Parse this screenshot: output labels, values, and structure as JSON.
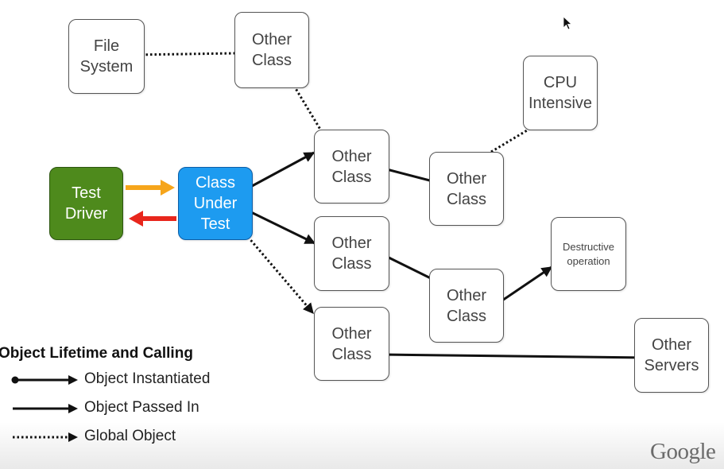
{
  "nodes": {
    "file_system": "File\nSystem",
    "other_top": "Other\nClass",
    "cpu_intensive": "CPU\nIntensive",
    "test_driver": "Test\nDriver",
    "class_under_test": "Class\nUnder\nTest",
    "other_a": "Other\nClass",
    "other_b": "Other\nClass",
    "other_c": "Other\nClass",
    "other_d": "Other\nClass",
    "other_e": "Other\nClass",
    "destructive": "Destructive\noperation",
    "other_servers": "Other\nServers"
  },
  "legend": {
    "title": "Object Lifetime and Calling",
    "instantiated": "Object Instantiated",
    "passed_in": "Object Passed In",
    "global": "Global Object"
  },
  "brand": "Google",
  "colors": {
    "driver_fill": "#4e8a1c",
    "class_under_test_fill": "#1d9bf0",
    "orange_arrow": "#f6a51b",
    "red_arrow": "#e8261c"
  }
}
